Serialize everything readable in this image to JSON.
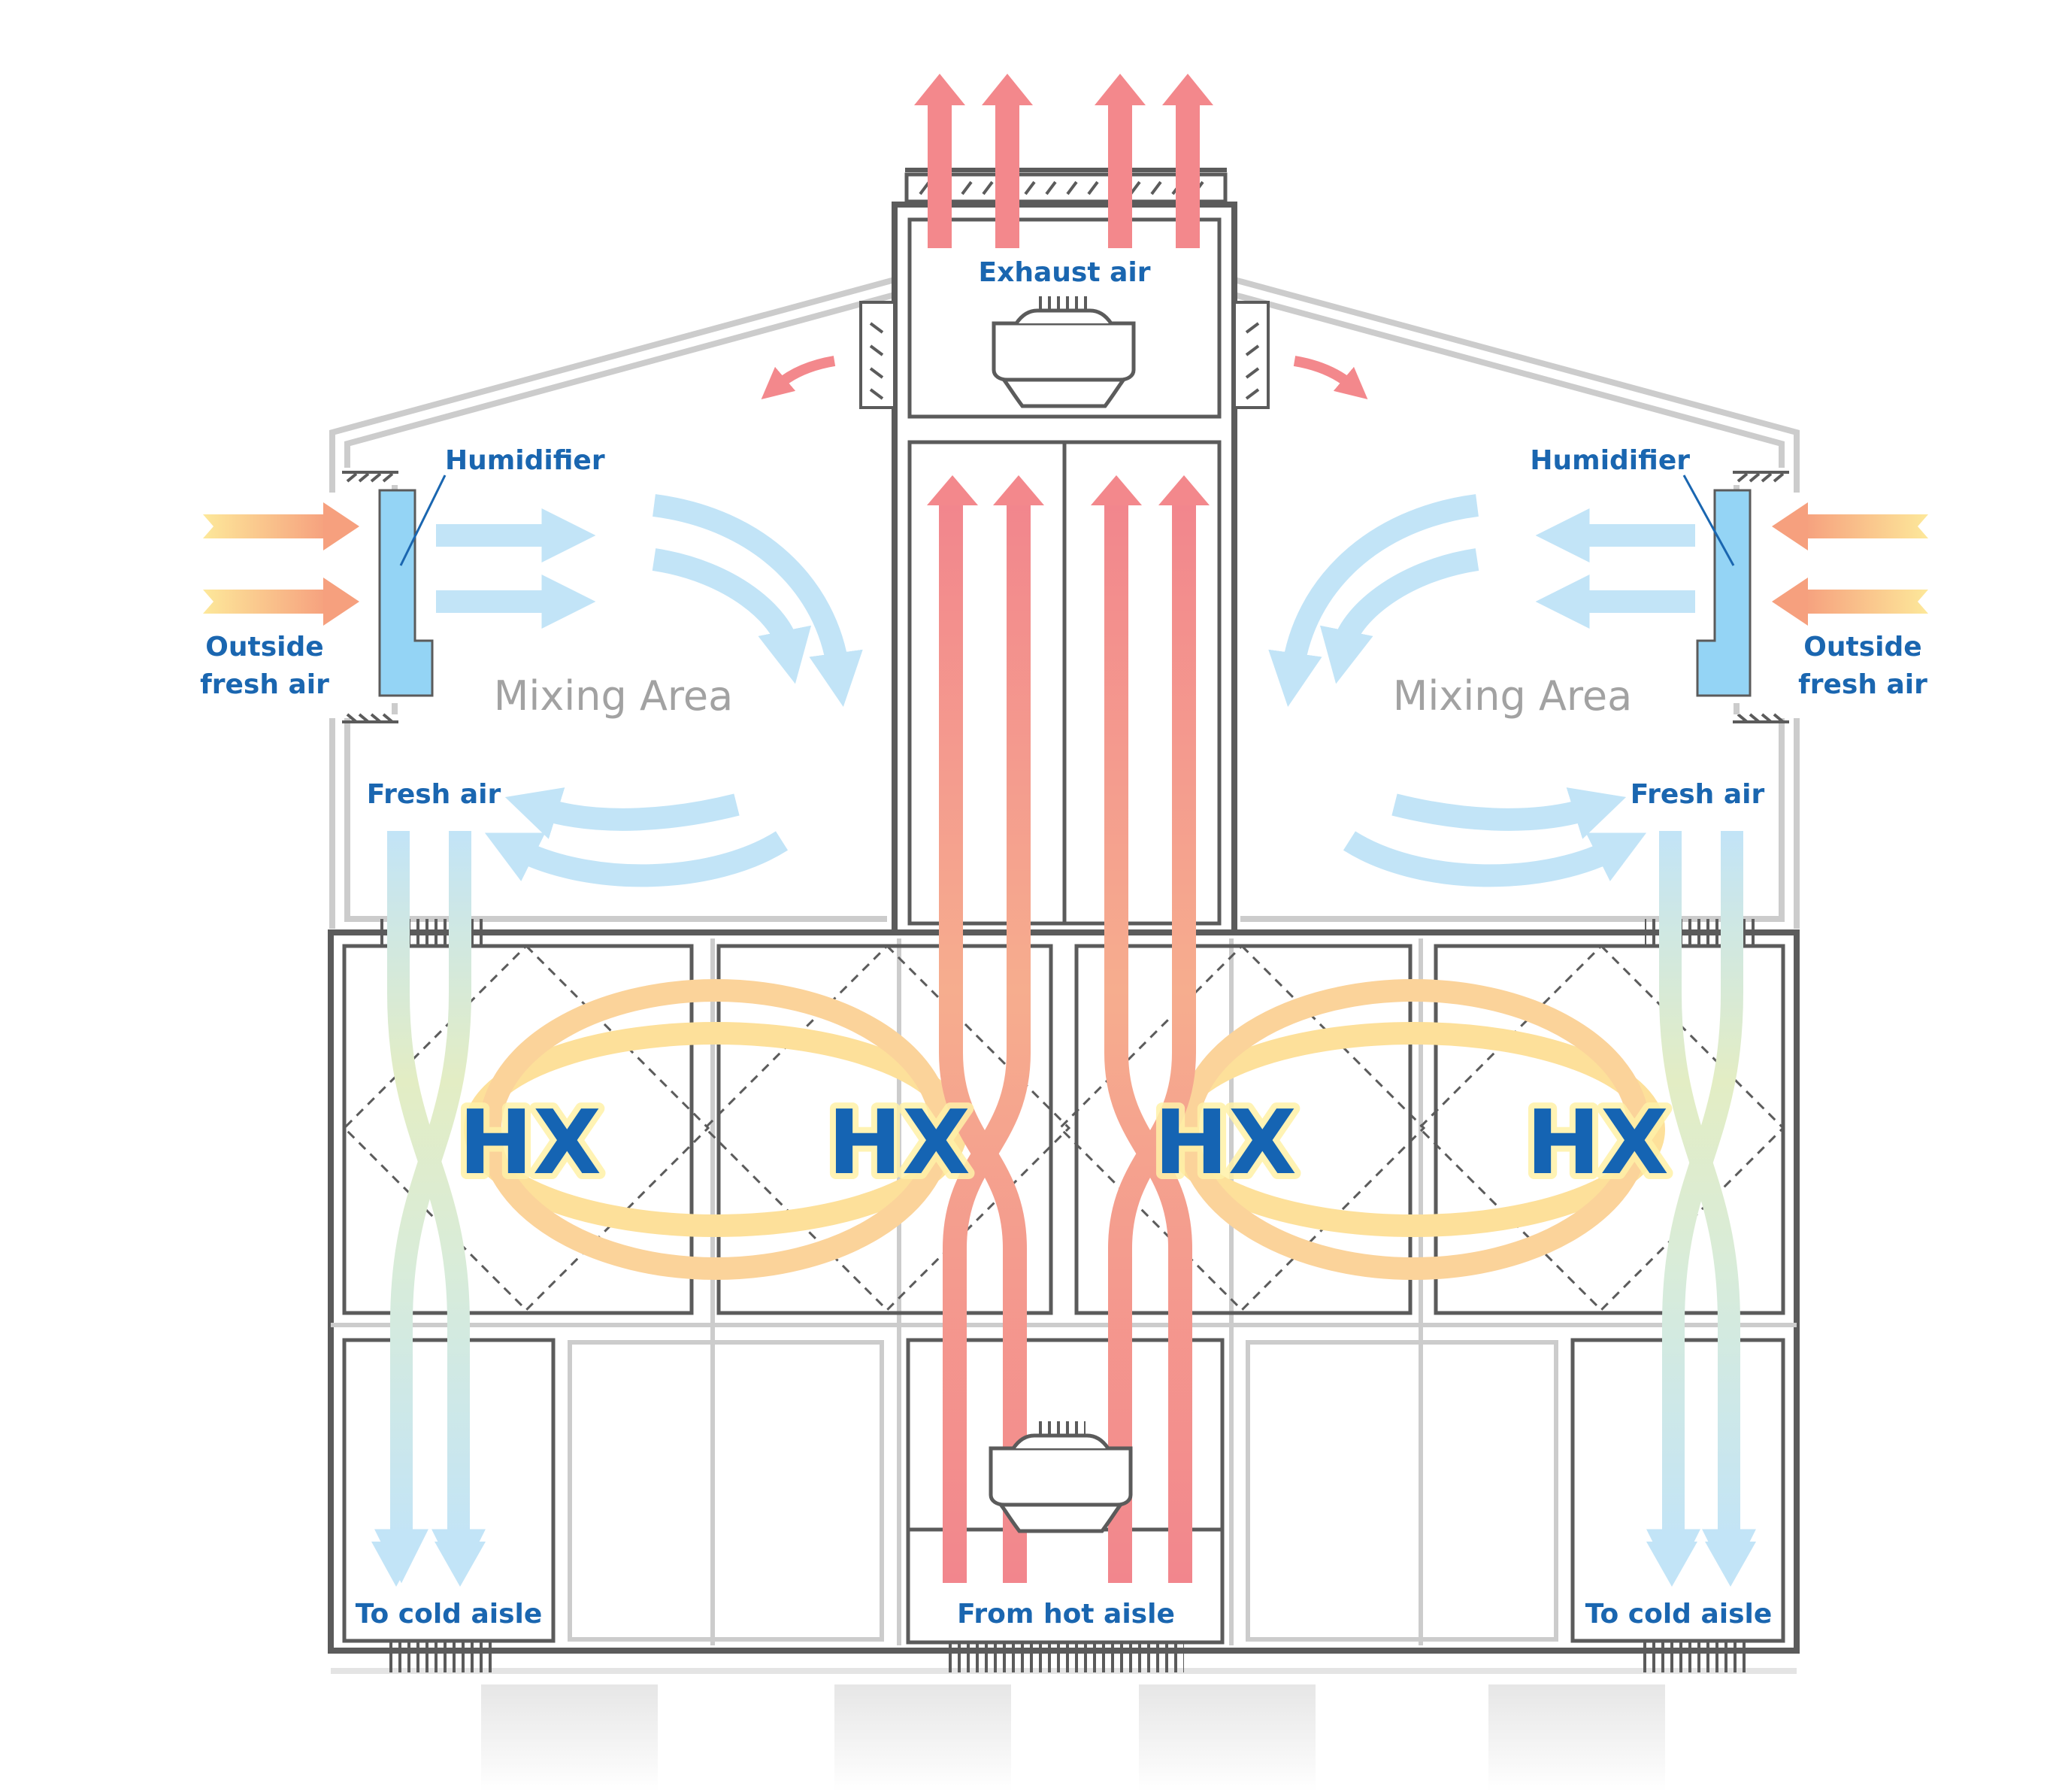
{
  "labels": {
    "exhaust_air": "Exhaust air",
    "humidifier_left": "Humidifier",
    "humidifier_right": "Humidifier",
    "outside_fresh_air_left": [
      "Outside",
      "fresh air"
    ],
    "outside_fresh_air_right": [
      "Outside",
      "fresh air"
    ],
    "mixing_area_left": "Mixing Area",
    "mixing_area_right": "Mixing Area",
    "fresh_air_left": "Fresh air",
    "fresh_air_right": "Fresh air",
    "to_cold_aisle_left": "To cold aisle",
    "to_cold_aisle_right": "To cold aisle",
    "from_hot_aisle": "From hot aisle",
    "hx": [
      "HX",
      "HX",
      "HX",
      "HX"
    ]
  },
  "colors": {
    "hot_air": "#f3888c",
    "warm_air": "#f7b28c",
    "heat_exchange": "#fde28a",
    "cool_air": "#c2e4f7",
    "humidifier": "#94d4f5",
    "structure": "#5b5b5b",
    "structure_light": "#cccccc",
    "label_blue": "#1a66b0"
  }
}
